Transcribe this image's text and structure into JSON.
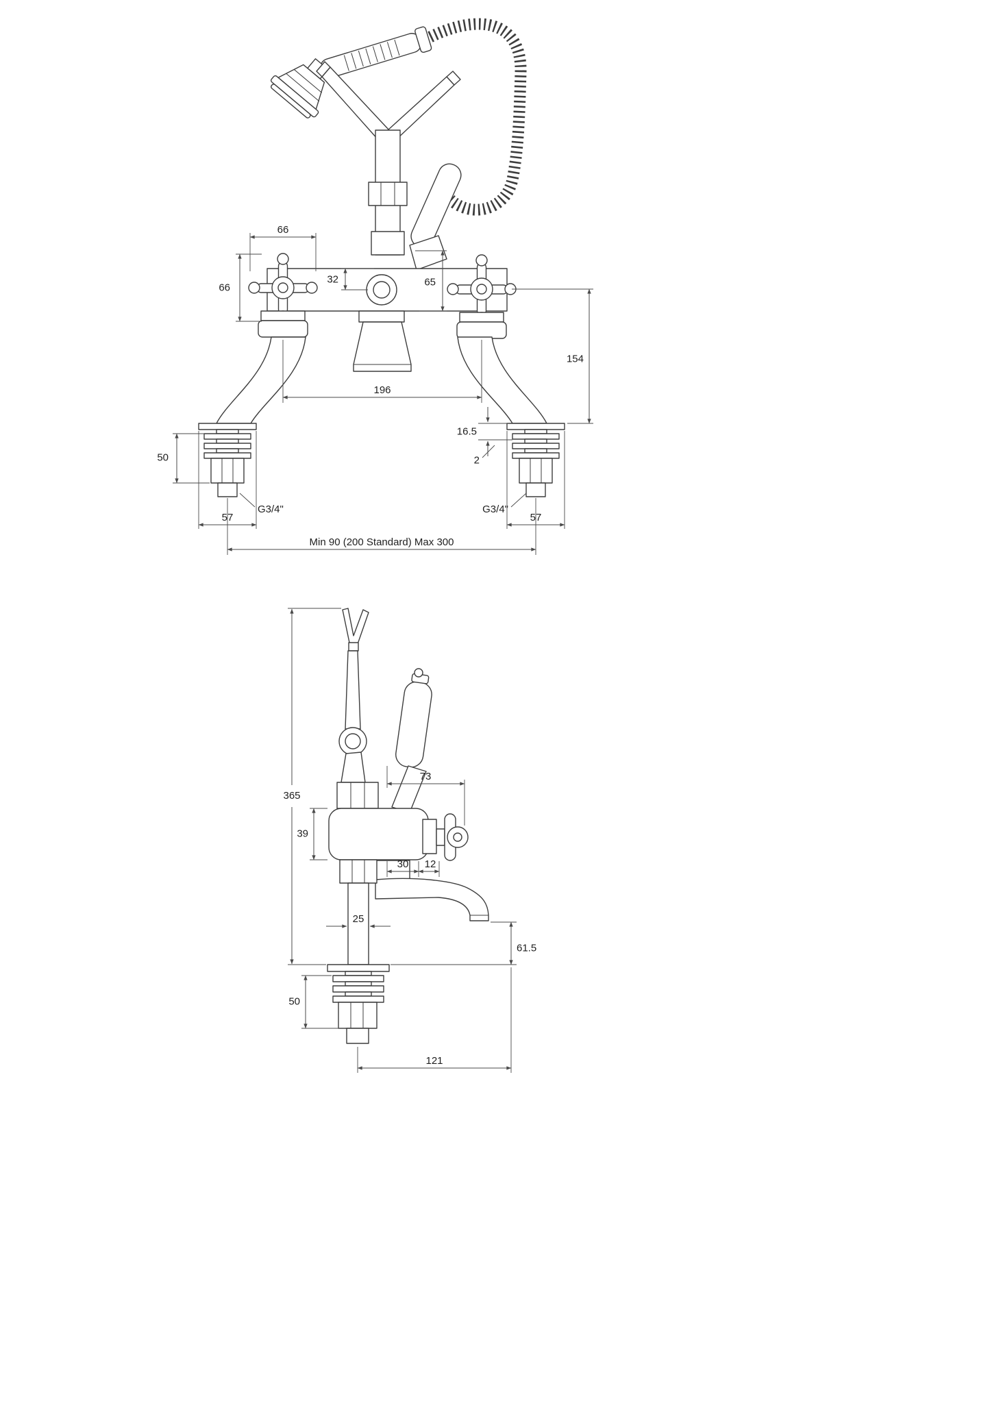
{
  "colors": {
    "background": "#ffffff",
    "drawing_line": "#3d3d3d",
    "dimension_line": "#4a4a4a",
    "label_text": "#1f1f1f"
  },
  "front_view": {
    "dims": {
      "handle_width": "66",
      "handle_height": "66",
      "body_offset": "32",
      "lever_height": "65",
      "deck_to_centre": "154",
      "tap_centres": "196",
      "deck_max": "16.5",
      "washer": "2",
      "shank_length": "50",
      "thread_left": "G3/4\"",
      "thread_right": "G3/4\"",
      "flange_left": "57",
      "flange_right": "57",
      "centres_range": "Min 90 (200 Standard) Max 300"
    }
  },
  "side_view": {
    "dims": {
      "overall_height": "365",
      "handle_reach": "73",
      "body_height": "39",
      "body_depth": "30",
      "handle_offset": "12",
      "column_width": "25",
      "spout_clearance": "61.5",
      "shank_length": "50",
      "spout_reach": "121"
    }
  }
}
